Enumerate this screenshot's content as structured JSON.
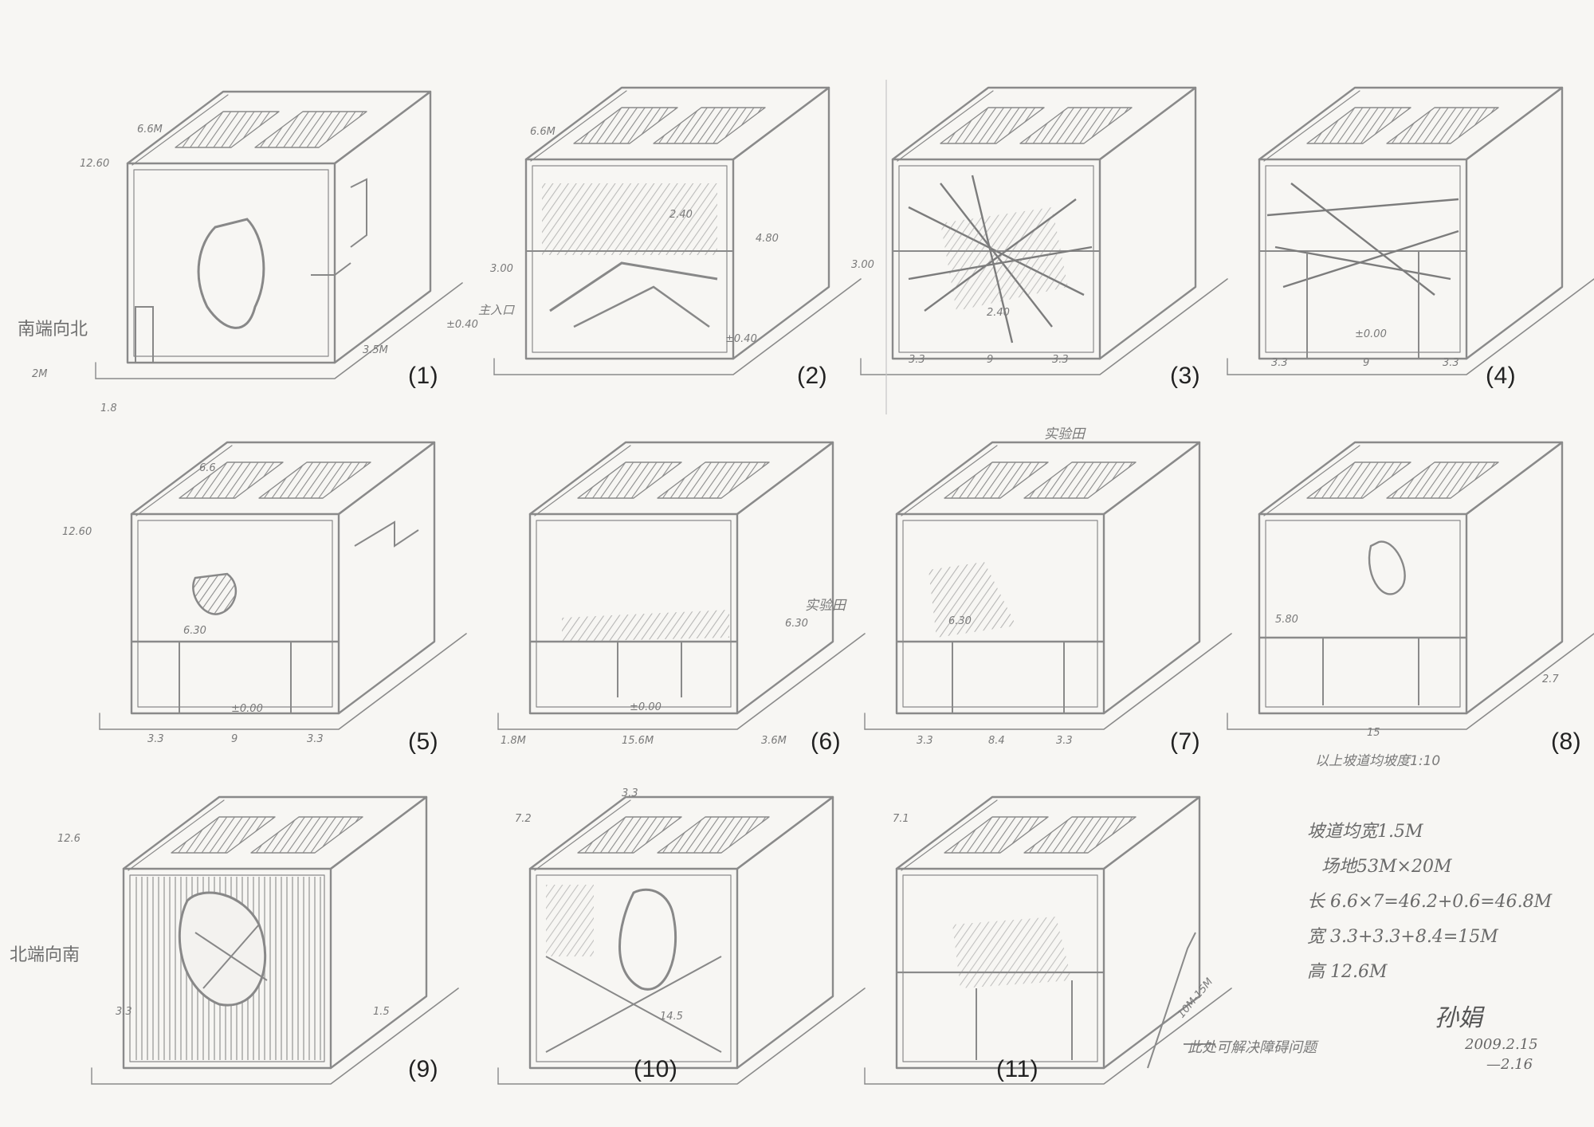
{
  "sketches": [
    {
      "label": "(1)"
    },
    {
      "label": "(2)"
    },
    {
      "label": "(3)"
    },
    {
      "label": "(4)"
    },
    {
      "label": "(5)"
    },
    {
      "label": "(6)"
    },
    {
      "label": "(7)"
    },
    {
      "label": "(8)"
    },
    {
      "label": "(9)"
    },
    {
      "label": "(10)"
    },
    {
      "label": "(11)"
    }
  ],
  "annotations": {
    "south_north": "南端向北",
    "north_south": "北端向南",
    "lab_6": "实验田",
    "lab_7": "实验田",
    "ramp_slope": "以上坡道均坡度1:10",
    "main_entrance": "主入口",
    "bottom_note": "此处可解决障碍问题"
  },
  "dimensions": {
    "s1_top": "6.6M",
    "s1_h": "12.60",
    "s1_side": "3.5M",
    "s1_entry": "±0.40",
    "s1_front": "2M",
    "s1_base": "1.8",
    "s2_top": "6.6M",
    "s2_h": "3.00",
    "s2_a": "2.40",
    "s2_b": "4.80",
    "s2_c": "±0.40",
    "s3_a": "3.3",
    "s3_b": "9",
    "s3_c": "3.3",
    "s3_d": "2.40",
    "s3_h": "3.00",
    "s4_a": "3.3",
    "s4_b": "9",
    "s4_c": "3.3",
    "s4_d": "±0.00",
    "s5_top": "6.6",
    "s5_h": "12.60",
    "s5_a": "3.3",
    "s5_b": "9",
    "s5_c": "3.3",
    "s5_d": "±0.00",
    "s5_e": "6.30",
    "s6_a": "1.8M",
    "s6_b": "15.6M",
    "s6_c": "3.6M",
    "s6_d": "±0.00",
    "s6_e": "6.30",
    "s7_a": "3.3",
    "s7_b": "8.4",
    "s7_c": "3.3",
    "s7_d": "6.30",
    "s8_a": "15",
    "s8_b": "5.80",
    "s8_c": "2.7",
    "s9_h": "12.6",
    "s9_a": "3.3",
    "s9_b": "1.5",
    "s10_a": "7.2",
    "s10_b": "3.3",
    "s10_c": "14.5",
    "s11_a": "7.1",
    "s11_b": "10M-15M"
  },
  "notes": [
    "坡道均宽1.5M",
    "场地53M×20M",
    "长 6.6×7=46.2+0.6=46.8M",
    "宽 3.3+3.3+8.4=15M",
    "高 12.6M"
  ],
  "signature": {
    "name": "孙娟",
    "date1": "2009.2.15",
    "date2": "—2.16"
  }
}
